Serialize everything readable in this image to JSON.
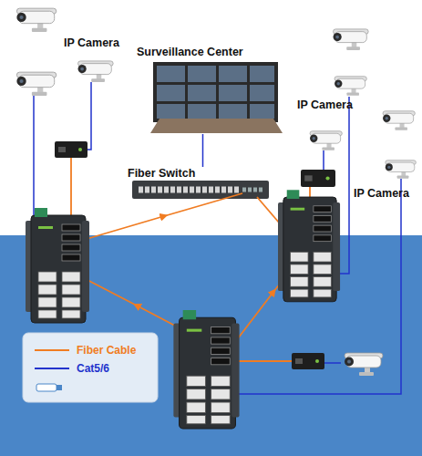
{
  "diagram": {
    "nodes": [
      {
        "text": [
          "Surveillance Center"
        ]
      },
      {
        "text": [
          "Fiber Switch"
        ]
      }
    ],
    "edges": [
      {
        "from": 0,
        "to": 1,
        "arrow": "none"
      }
    ],
    "labels": [
      "IP Camera",
      "IP Camera",
      "IP Camera"
    ],
    "legend": [
      {
        "text": "Fiber Cable"
      },
      {
        "text": "Cat5/6"
      }
    ]
  }
}
